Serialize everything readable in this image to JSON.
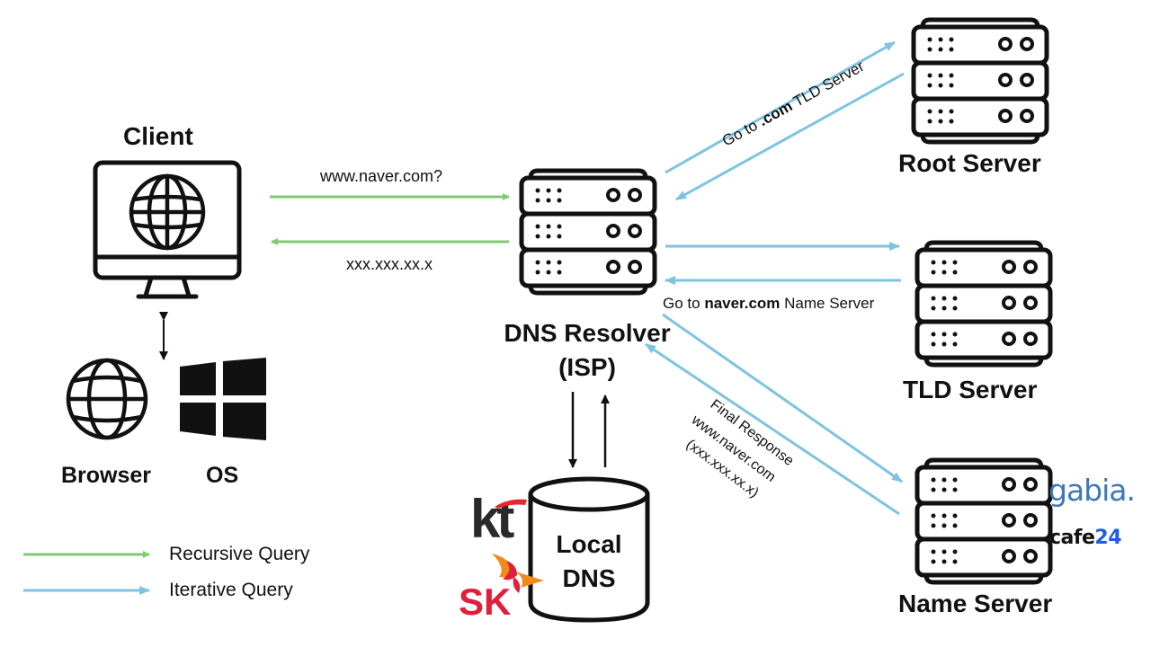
{
  "colors": {
    "recursive": "#7dcc6e",
    "iterative": "#7ec3e2",
    "ink": "#111111",
    "gabia": "#3f78b8",
    "cafe24_blue": "#1e5ee0",
    "kt_red": "#e8262c",
    "sk_red": "#e01f3a",
    "sk_orange": "#f08a1c"
  },
  "nodes": {
    "client": {
      "label": "Client",
      "icon": "monitor-globe-icon"
    },
    "browser": {
      "label": "Browser",
      "icon": "globe-icon"
    },
    "os": {
      "label": "OS",
      "icon": "windows-logo-icon"
    },
    "resolver": {
      "label_line1": "DNS Resolver",
      "label_line2": "(ISP)",
      "icon": "server-rack-icon"
    },
    "local_dns": {
      "label_line1": "Local",
      "label_line2": "DNS",
      "icon": "database-cylinder-icon"
    },
    "root": {
      "label": "Root Server",
      "icon": "server-rack-icon"
    },
    "tld": {
      "label": "TLD Server",
      "icon": "server-rack-icon"
    },
    "name": {
      "label": "Name Server",
      "icon": "server-rack-icon"
    }
  },
  "logos": {
    "kt": "kt",
    "sk": "SK",
    "gabia": "gabia.",
    "cafe24_text": "cafe",
    "cafe24_num": "24"
  },
  "edges": {
    "query": {
      "text": "www.naver.com?",
      "type": "recursive"
    },
    "answer": {
      "text": "xxx.xxx.xx.x",
      "type": "recursive"
    },
    "root_reply": {
      "prefix": "Go to ",
      "bold": ".com",
      "suffix": " TLD Server",
      "type": "iterative"
    },
    "tld_reply": {
      "prefix": "Go to ",
      "bold": "naver.com",
      "suffix": " Name Server",
      "type": "iterative"
    },
    "final_reply": {
      "line1": "Final Response",
      "line2": "www.naver.com",
      "line3": "(xxx.xxx.xx.x)",
      "type": "iterative"
    }
  },
  "legend": [
    {
      "label": "Recursive Query",
      "type": "recursive"
    },
    {
      "label": "Iterative Query",
      "type": "iterative"
    }
  ]
}
